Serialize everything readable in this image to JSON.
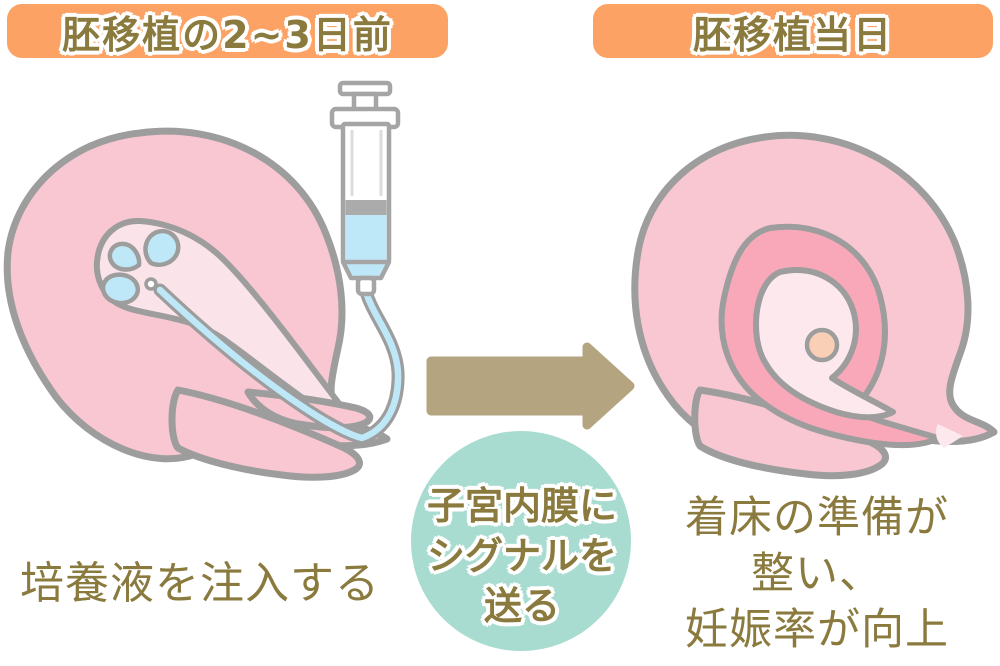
{
  "header": {
    "left_banner": "胚移植の2~3日前",
    "right_banner": "胚移植当日"
  },
  "left_panel": {
    "caption": "培養液を注入する"
  },
  "middle": {
    "signal_circle_lines": [
      "子宮内膜に",
      "シグナルを",
      "送る"
    ]
  },
  "right_panel": {
    "caption_lines": [
      "着床の準備が",
      "整い、",
      "妊娠率が向上"
    ]
  },
  "colors": {
    "banner_orange": "#FBA264",
    "text_olive": "#8A7A3E",
    "circle_teal": "#A8DCD1",
    "arrow_tan": "#B4A480",
    "uterus_pink": "#F9C7D1",
    "cavity_pink": "#FBE4E9",
    "endometrium_pink": "#F8A8B9",
    "inner_cavity_pink": "#FDE9ED",
    "fluid_blue": "#BEE8F8",
    "embryo_peach": "#F9D0B5",
    "outline_gray": "#9D9D9D"
  }
}
